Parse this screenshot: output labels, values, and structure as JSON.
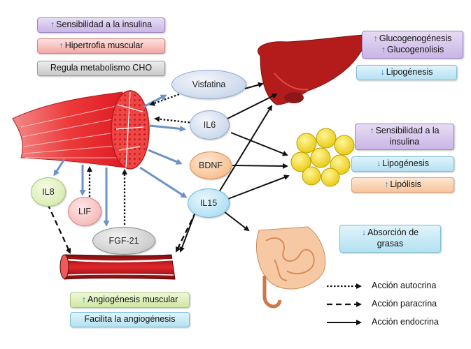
{
  "boxes": {
    "sens_insulina": "Sensibilidad a la insulina",
    "hipertrofia": "Hipertrofia muscular",
    "metabolismo": "Regula metabolismo CHO",
    "glucogenogenesis": "Glucogenogénesis",
    "glucogenolisis": "Glucogenolisis",
    "lipogenesis_higado": "Lipogénesis",
    "sens_insulina_adip_1": "Sensibilidad a la",
    "sens_insulina_adip_2": "insulina",
    "lipogenesis_adip": "Lipogénesis",
    "lipolisis": "Lipólisis",
    "absorcion_1": "Absorción de",
    "absorcion_2": "grasas",
    "angiogenesis_muscular": "Angiogénesis muscular",
    "facilita": "Facilita la angiogénesis"
  },
  "nodes": {
    "visfatina": "Visfatina",
    "il6": "IL6",
    "bdnf": "BDNF",
    "il15": "IL15",
    "il8": "IL8",
    "lif": "LIF",
    "fgf21": "FGF-21"
  },
  "legend": {
    "autocrina": "Acción autocrina",
    "paracrina": "Acción paracrina",
    "endocrina": "Acción endocrina"
  },
  "symbols": {
    "up": "↑",
    "down": "↓"
  },
  "colors": {
    "arrow_blue": "#6b93c6",
    "muscle_red": "#e01b25",
    "liver": "#b41c1c",
    "fat_yellow": "#f3dc21"
  }
}
